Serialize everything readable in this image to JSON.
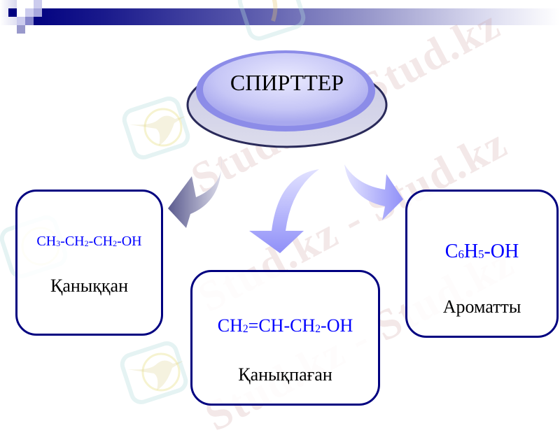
{
  "title": "СПИРТТЕР",
  "watermark": "Stud.kz - Stud.kz",
  "boxes": [
    {
      "formula_parts": [
        "CH",
        "3",
        "-CH",
        "2",
        "-CH",
        "2",
        "-OH"
      ],
      "formula": "CH3-CH2-CH2-OH",
      "label": "Қаныққан"
    },
    {
      "formula_parts": [
        "CH",
        "2",
        "=CH-CH",
        "2",
        "-OH"
      ],
      "formula": "CH2=CH-CH2-OH",
      "label": "Қанықпаған"
    },
    {
      "formula_parts": [
        "C",
        "6",
        "H",
        "5",
        "-OH"
      ],
      "formula": "C6H5-OH",
      "label": "Ароматты"
    }
  ],
  "colors": {
    "border": "#000080",
    "formula": "#0000ff",
    "arrow_left": "#6a6a9c",
    "arrow_mid": "#9999ff",
    "arrow_right": "#9999ff",
    "ellipse": "#9fa0f0"
  }
}
